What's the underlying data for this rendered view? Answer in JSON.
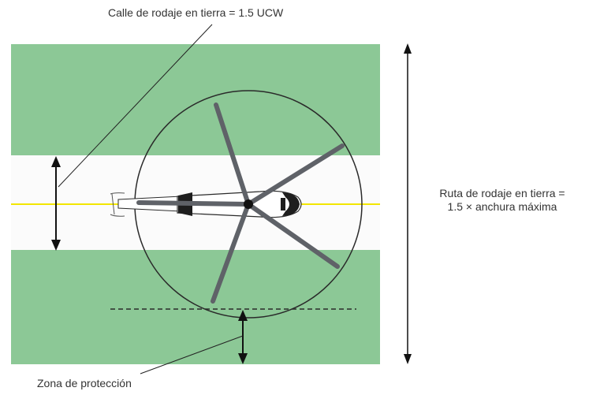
{
  "labels": {
    "ground_taxiway": "Calle de rodaje en tierra = 1.5 UCW",
    "ground_taxi_route_line1": "Ruta de rodaje en tierra =",
    "ground_taxi_route_line2": "1.5 × anchura máxima",
    "protection_zone": "Zona de protección"
  },
  "colors": {
    "grass": "#8cc896",
    "taxiway_surface": "#fbfbfb",
    "centerline": "#f2e600",
    "rotor_blade": "#5f6268",
    "outline": "#2a2a2a"
  }
}
